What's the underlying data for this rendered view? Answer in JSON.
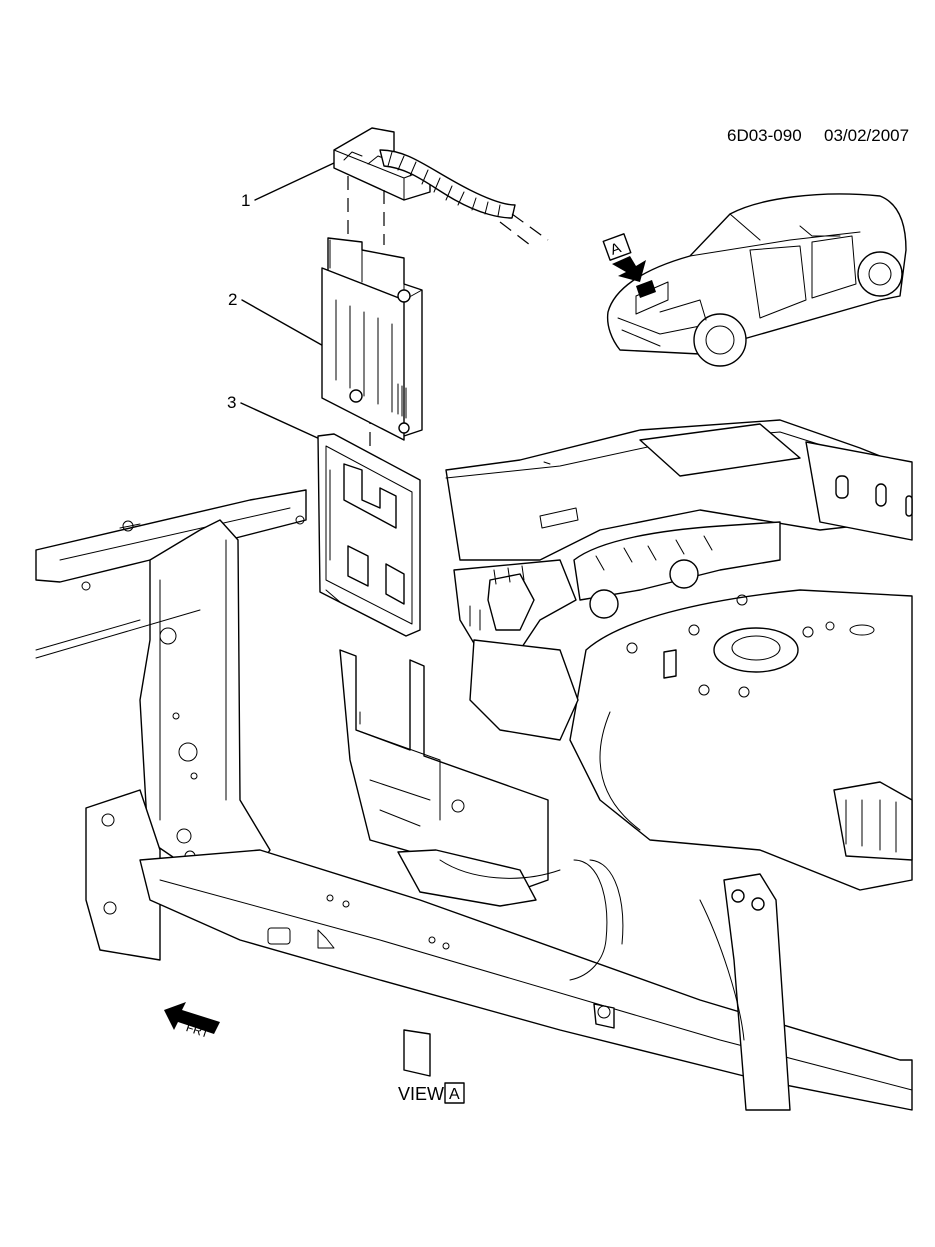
{
  "header": {
    "diagram_code": "6D03-090",
    "diagram_date": "03/02/2007"
  },
  "callouts": [
    {
      "number": "1"
    },
    {
      "number": "2"
    },
    {
      "number": "3"
    }
  ],
  "view_marker": {
    "letter": "A"
  },
  "view_caption": {
    "prefix": "VIEW",
    "letter": "A"
  },
  "direction_arrow": {
    "label": "FRT"
  },
  "icons": {
    "view_arrow": "down-arrow-icon",
    "front_direction": "front-arrow-icon"
  },
  "colors": {
    "line": "#000000",
    "background": "#ffffff"
  }
}
